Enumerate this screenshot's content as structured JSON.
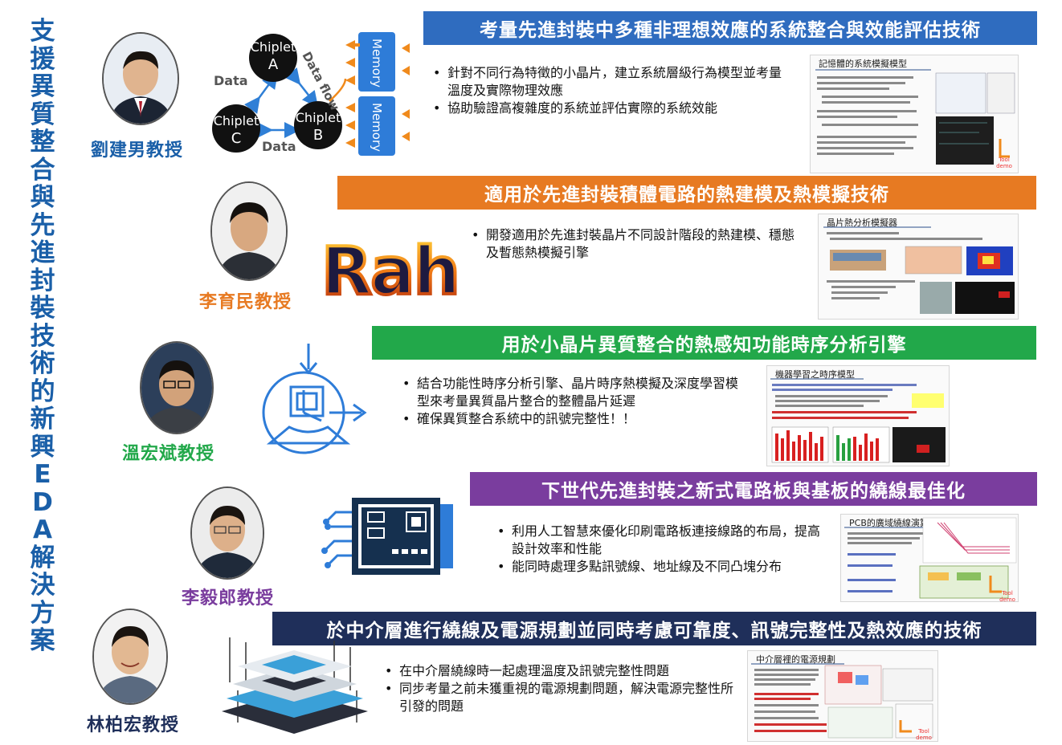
{
  "main_title": "支援異質整合與先進封裝技術的新興EDA解決方案",
  "colors": {
    "title": "#1a5fa8",
    "banner1": "#2f6cbf",
    "banner2": "#e77a22",
    "banner3": "#22a84a",
    "banner4": "#7a3d9e",
    "banner5": "#1f2f5a"
  },
  "sections": [
    {
      "banner": "考量先進封裝中多種非理想效應的系統整合與效能評估技術",
      "professor": "劉建男教授",
      "bullets": [
        "針對不同行為特徵的小晶片，建立系統層級行為模型並考量溫度及實際物理效應",
        "協助驗證高複雜度的系統並評估實際的系統效能"
      ],
      "screenshot_title": "記憶體的系統模擬模型",
      "tool_label": "Tool demo",
      "diagram": {
        "chiplet_a": [
          "Chiplet",
          "A"
        ],
        "chiplet_b": [
          "Chiplet",
          "B"
        ],
        "chiplet_c": [
          "Chiplet",
          "C"
        ],
        "data_label": "Data",
        "data_flow_label": "Data flow",
        "memory_label": "Memory"
      }
    },
    {
      "banner": "適用於先進封裝積體電路的熱建模及熱模擬技術",
      "professor": "李育民教授",
      "bullets": [
        "開發適用於先進封裝晶片不同設計階段的熱建模、穩態及暫態熱模擬引擎"
      ],
      "screenshot_title": "晶片熱分析模擬器",
      "logo_text": "Rah"
    },
    {
      "banner": "用於小晶片異質整合的熱感知功能時序分析引擎",
      "professor": "溫宏斌教授",
      "bullets": [
        "結合功能性時序分析引擎、晶片時序熱模擬及深度學習模型來考量異質晶片整合的整體晶片延遲",
        "確保異質整合系統中的訊號完整性！！"
      ],
      "screenshot_title": "機器學習之時序模型"
    },
    {
      "banner": "下世代先進封裝之新式電路板與基板的繞線最佳化",
      "professor": "李毅郎教授",
      "bullets": [
        "利用人工智慧來優化印刷電路板連接線路的布局，提高設計效率和性能",
        "能同時處理多點訊號線、地址線及不同凸塊分布"
      ],
      "screenshot_title": "PCB的廣域繞線演算法",
      "tool_label": "Tool demo"
    },
    {
      "banner": "於中介層進行繞線及電源規劃並同時考慮可靠度、訊號完整性及熱效應的技術",
      "professor": "林柏宏教授",
      "bullets": [
        "在中介層繞線時一起處理溫度及訊號完整性問題",
        "同步考量之前未獲重視的電源規劃問題，解決電源完整性所引發的問題"
      ],
      "screenshot_title": "中介層裡的電源規劃",
      "tool_label": "Tool demo"
    }
  ]
}
